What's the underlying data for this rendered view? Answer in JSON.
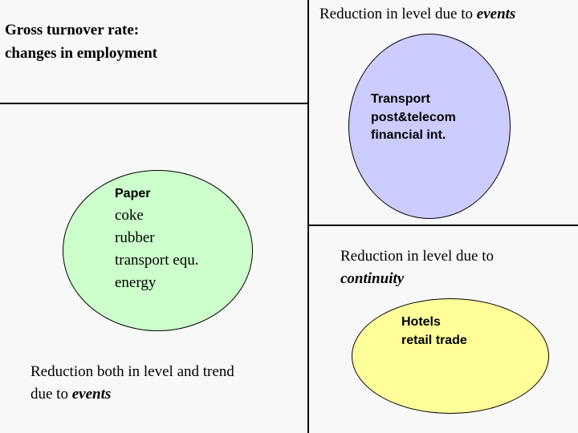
{
  "slide": {
    "title_line1": "Gross turnover rate:",
    "title_line2": "changes in employment",
    "background_color": "#f8f8f8"
  },
  "quadrants": {
    "top_right": {
      "caption_prefix": "Reduction in level due to ",
      "caption_emphasis": "events"
    },
    "bottom_right": {
      "caption_prefix": "Reduction in level due to",
      "caption_emphasis": "continuity"
    },
    "bottom_left": {
      "caption_prefix_line1": "Reduction both in level and trend",
      "caption_prefix_line2": "due to ",
      "caption_emphasis": "events"
    }
  },
  "shapes": [
    {
      "name": "transport-ellipse",
      "fill": "#ccccff",
      "lines": [
        "Transport",
        "post&telecom",
        "financial int."
      ]
    },
    {
      "name": "paper-ellipse",
      "fill": "#ccffcc",
      "head": "Paper",
      "lines": [
        "coke",
        "rubber",
        "transport equ.",
        "energy"
      ]
    },
    {
      "name": "hotels-ellipse",
      "fill": "#ffff99",
      "lines": [
        "Hotels",
        "retail trade"
      ]
    }
  ],
  "labels": {
    "transport_line1": "Transport",
    "transport_line2": "post&telecom",
    "transport_line3": "financial int.",
    "paper_head": "Paper",
    "paper_line2": "coke",
    "paper_line3": "rubber",
    "paper_line4": "transport equ.",
    "paper_line5": "energy",
    "hotels_line1": "Hotels",
    "hotels_line2": "retail trade"
  }
}
